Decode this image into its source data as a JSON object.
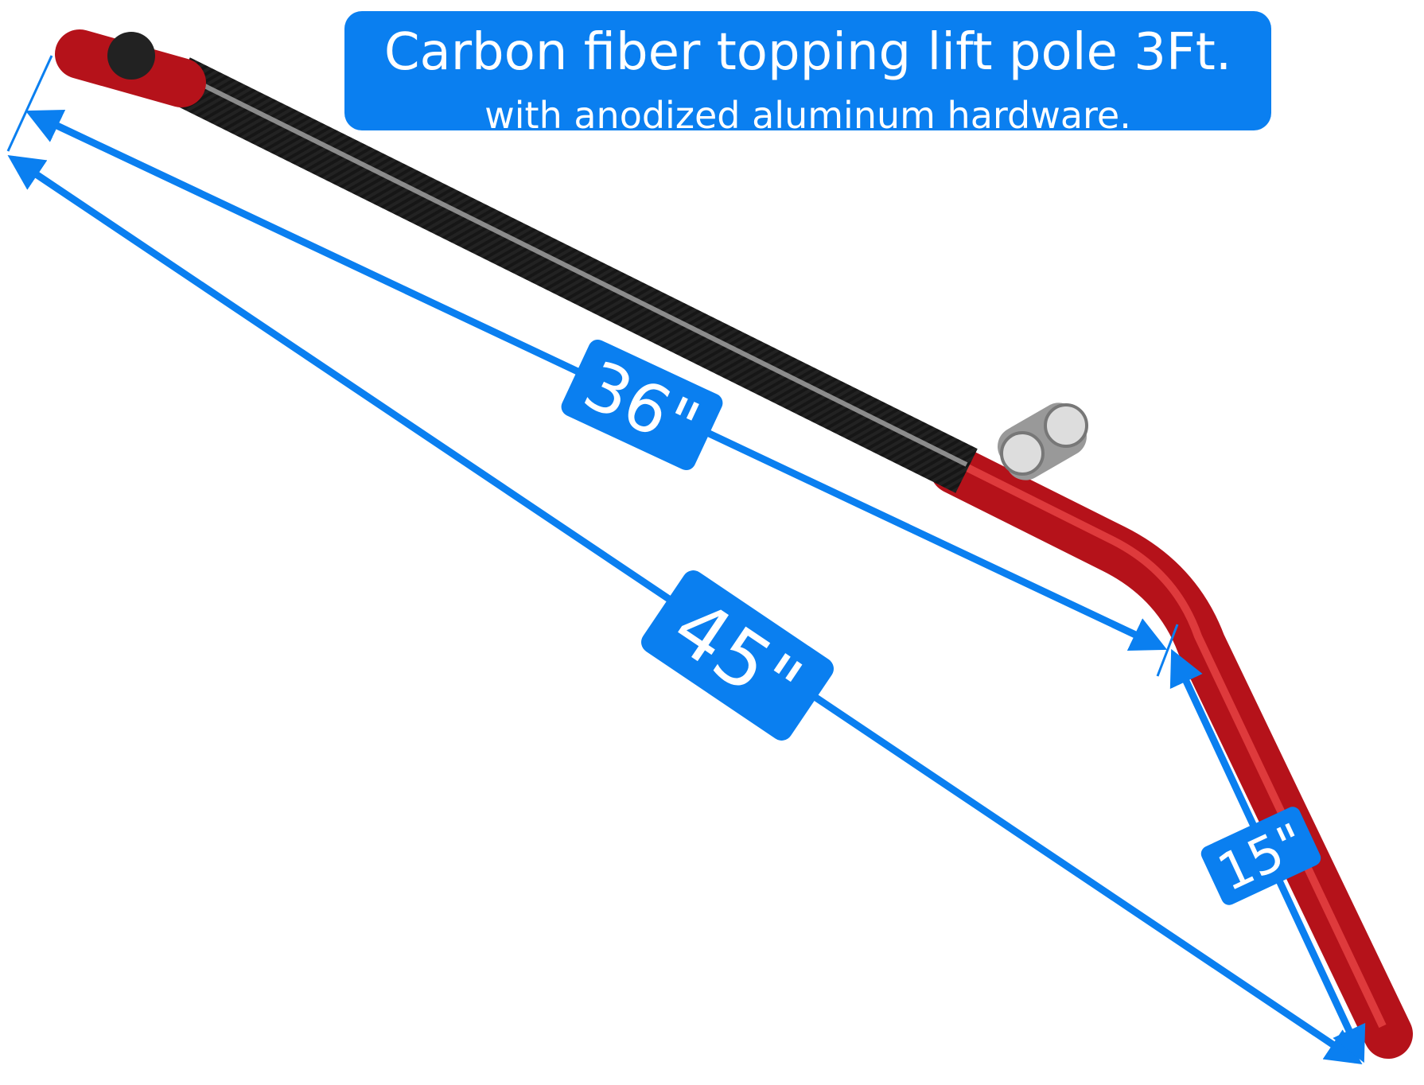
{
  "title": {
    "line1": "Carbon fiber topping lift pole  3Ft.",
    "line2": "with anodized aluminum hardware."
  },
  "dimensions": {
    "carbon_length": "36\"",
    "overall_length": "45\"",
    "bend_length": "15\""
  },
  "colors": {
    "accent_blue": "#0a7ff0",
    "anodized_red": "#c0141a",
    "carbon": "#2a2a2a"
  }
}
